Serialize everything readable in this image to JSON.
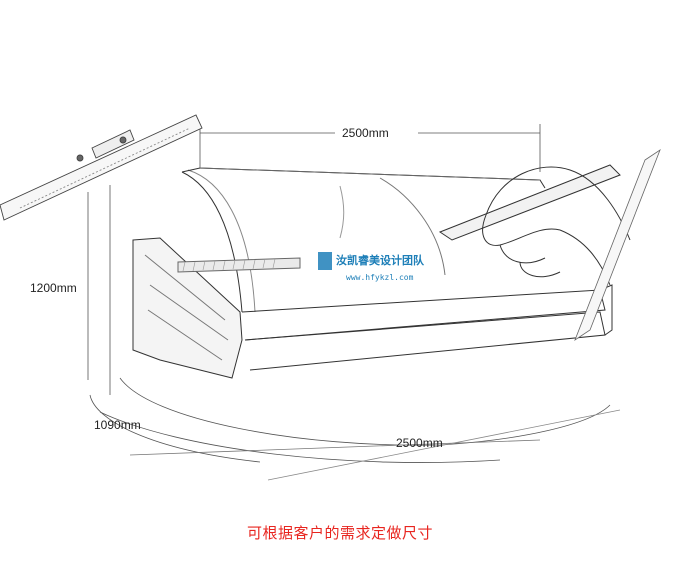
{
  "dimensions": {
    "top_width": "2500mm",
    "height": "1200mm",
    "depth": "1090mm",
    "bottom_width": "2500mm"
  },
  "watermark": {
    "name": "汝凯睿美设计团队",
    "url": "www.hfykzl.com"
  },
  "caption": "可根据客户的需求定做尺寸",
  "colors": {
    "caption": "#e8251f",
    "watermark": "#1e7fb8",
    "sketch_line": "#333333"
  }
}
